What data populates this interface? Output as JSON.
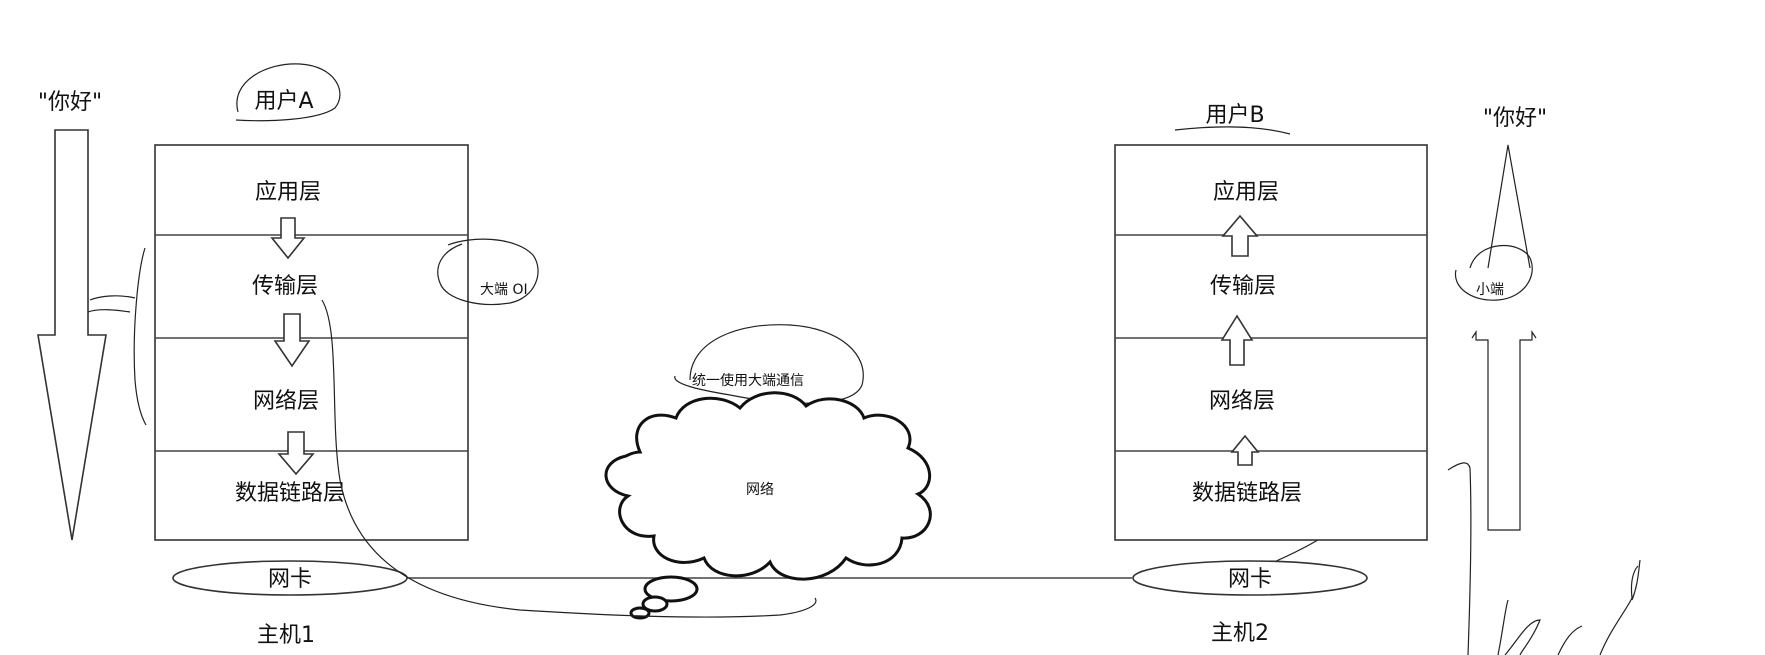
{
  "diagram": {
    "host1": {
      "user": "用户A",
      "message": "\"你好\"",
      "layers": [
        "应用层",
        "传输层",
        "网络层",
        "数据链路层"
      ],
      "nic": "网卡",
      "host": "主机1",
      "note": "大端 OI"
    },
    "host2": {
      "user": "用户B",
      "message": "\"你好\"",
      "layers": [
        "应用层",
        "传输层",
        "网络层",
        "数据链路层"
      ],
      "nic": "网卡",
      "host": "主机2",
      "note": "小端"
    },
    "network": {
      "label": "网络",
      "note": "统一使用大端通信"
    }
  }
}
